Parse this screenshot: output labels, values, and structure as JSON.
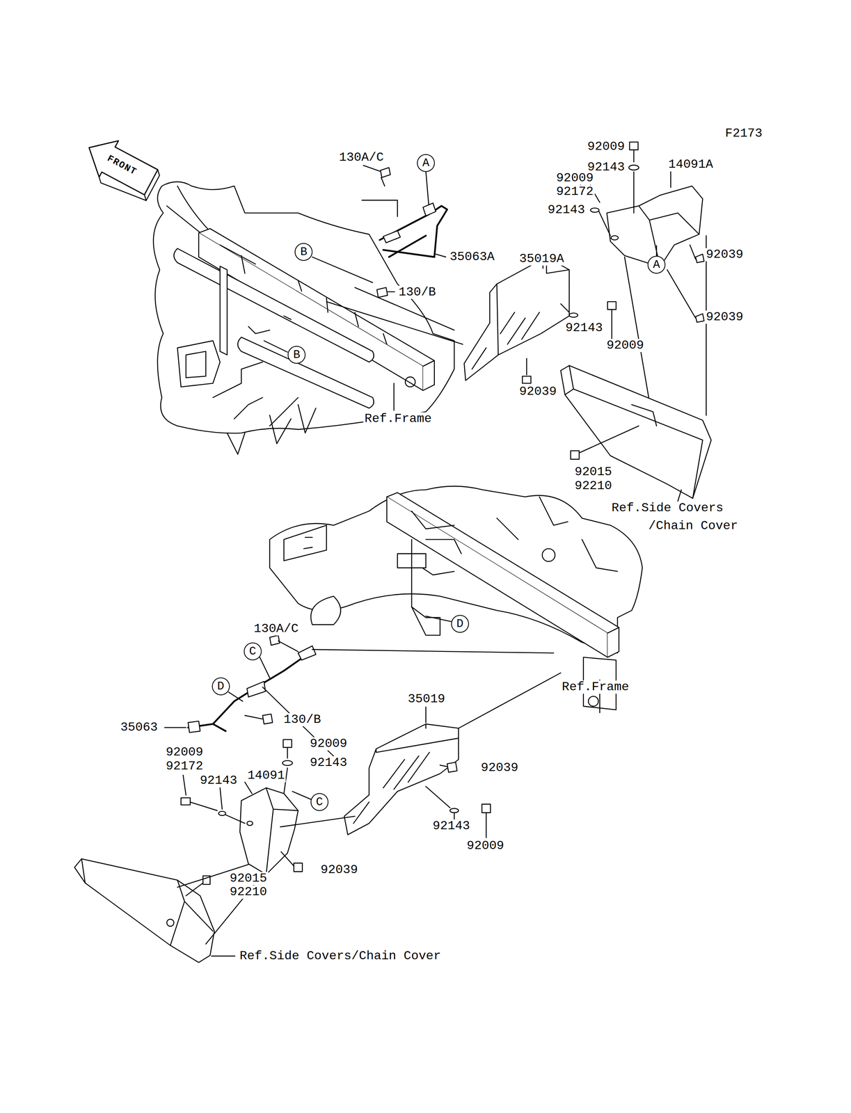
{
  "diagram": {
    "nodes": [
      {
        "text": [
          "A"
        ]
      },
      {
        "text": [
          "B"
        ]
      },
      {
        "text": [
          "A"
        ]
      },
      {
        "text": [
          "B"
        ]
      },
      {
        "text": [
          "D"
        ]
      },
      {
        "text": [
          "C"
        ]
      },
      {
        "text": [
          "D"
        ]
      },
      {
        "text": [
          "C"
        ]
      }
    ],
    "edges": [],
    "labels": [
      "F2173",
      "FRONT",
      "92009",
      "130A/C",
      "92143",
      "14091A",
      "92009",
      "92172",
      "92143",
      "92039",
      "35063A",
      "35019A",
      "130/B",
      "92039",
      "92143",
      "92009",
      "92039",
      "Ref.Frame",
      "92015",
      "92210",
      "Ref.Side Covers",
      "/Chain Cover",
      "130A/C",
      "Ref.Frame",
      "35019",
      "130/B",
      "35063",
      "92009",
      "92009",
      "92143",
      "92172",
      "92039",
      "14091",
      "92143",
      "92143",
      "92009",
      "92039",
      "92015",
      "92210",
      "Ref.Side Covers/Chain Cover"
    ]
  }
}
